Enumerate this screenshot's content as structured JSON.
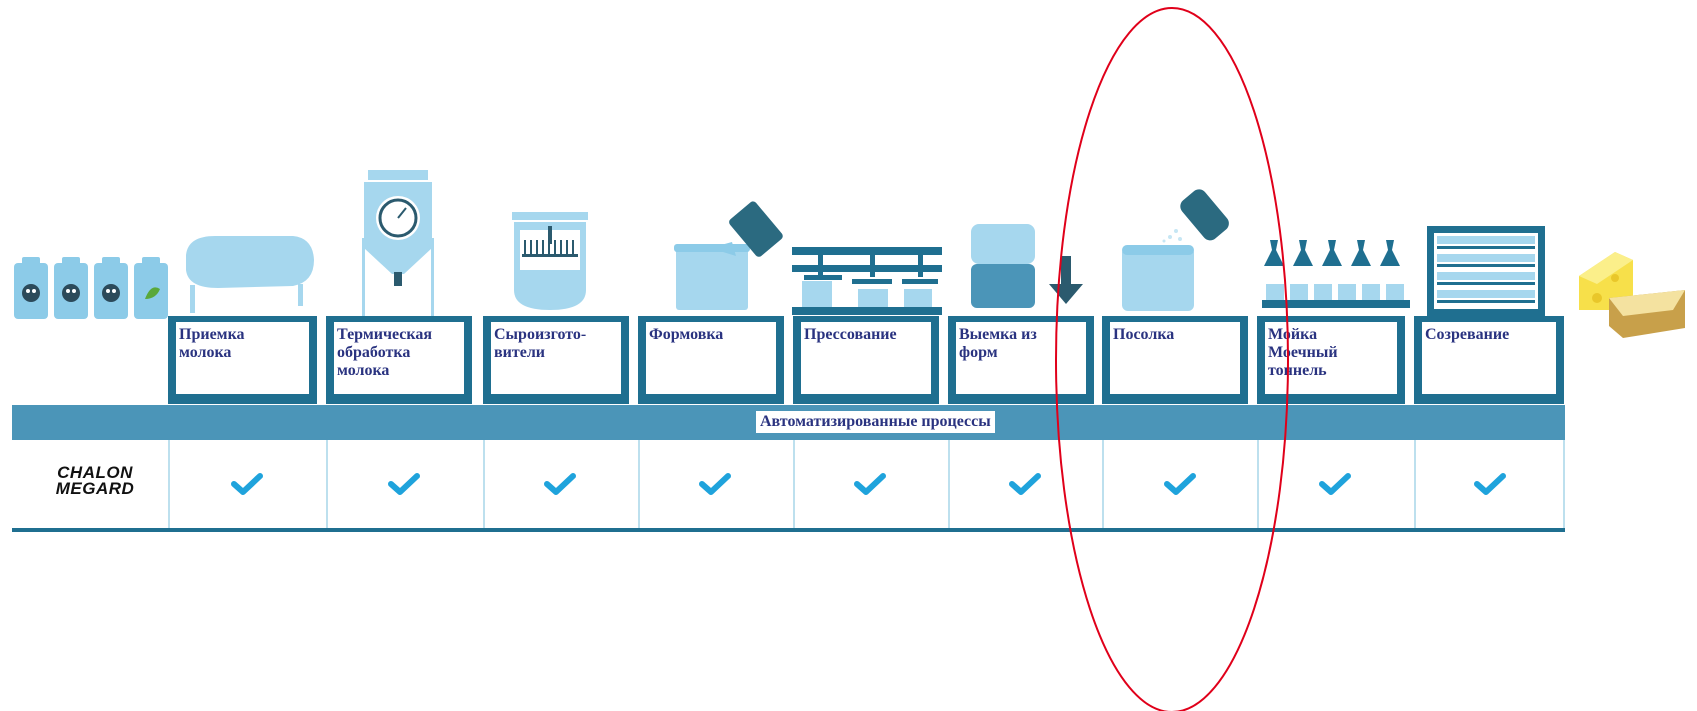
{
  "steps": [
    {
      "label": "Приемка\nмолока"
    },
    {
      "label": "Термическая\nобработка\nмолока"
    },
    {
      "label": "Сыроизгото-\nвители"
    },
    {
      "label": "Формовка"
    },
    {
      "label": "Прессование"
    },
    {
      "label": "Выемка из\nформ"
    },
    {
      "label": "Посолка"
    },
    {
      "label": "Мойка\nМоечный\nтоннель"
    },
    {
      "label": "Созревание"
    }
  ],
  "band": {
    "label": "Автоматизированные процессы"
  },
  "brand": {
    "line1": "CHALON",
    "line2": "MEGARD"
  },
  "checks": [
    true,
    true,
    true,
    true,
    true,
    true,
    true,
    true,
    true
  ],
  "icons": [
    "milk-cans-icon",
    "milk-tank-icon",
    "pasteurizer-icon",
    "cheese-vat-icon",
    "moulding-icon",
    "press-icon",
    "demoulding-icon",
    "salting-icon",
    "washing-tunnel-icon",
    "ripening-rack-icon",
    "cheese-icon"
  ],
  "colors": {
    "dark": "#1f6f90",
    "band": "#4b95b8",
    "light": "#a6d7ee",
    "check": "#1fa3dc",
    "text": "#2a3380",
    "annotation": "#e0001a"
  }
}
